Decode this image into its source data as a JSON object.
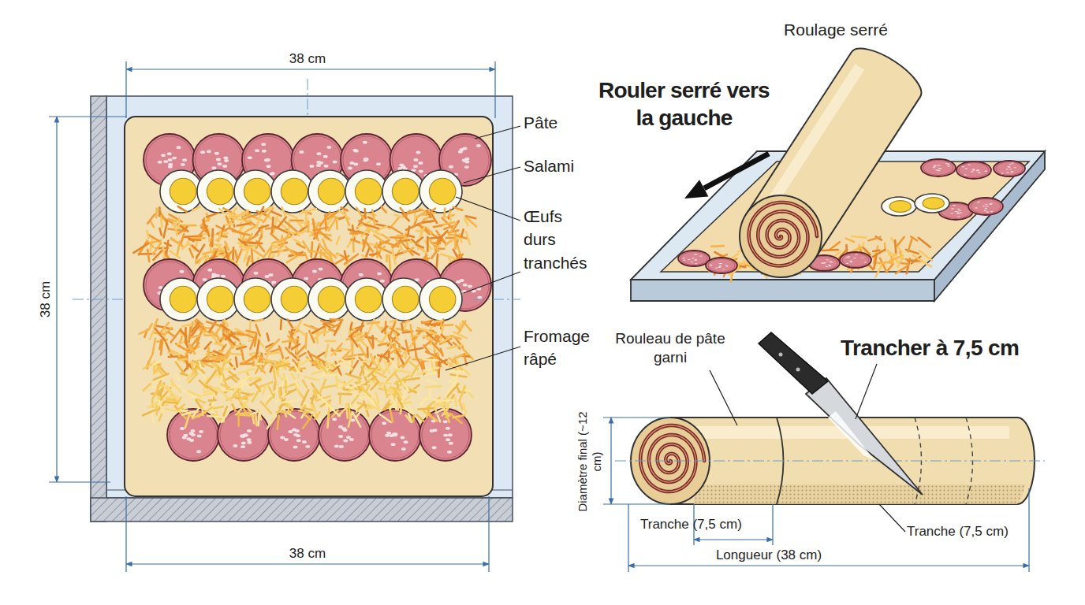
{
  "diagram": {
    "labels": [
      "38 cm",
      "38 cm",
      "38 cm",
      "Pâte",
      "Salami",
      "Œufs durs tranchés",
      "Fromage râpé",
      "Roulage serré",
      "Rouler serré vers la gauche",
      "Rouleau de pâte garni",
      "Trancher à 7,5 cm",
      "Diamètre final (~12 cm)",
      "Tranche (7,5 cm)",
      "Tranche (7,5 cm)",
      "Longueur (38 cm)"
    ]
  }
}
